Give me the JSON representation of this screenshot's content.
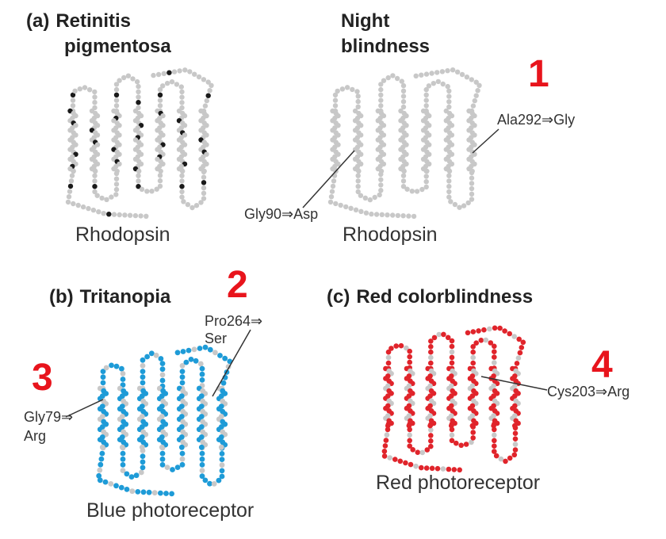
{
  "panels": {
    "a": {
      "letter": "(a)",
      "left": {
        "title_line1": "Retinitis",
        "title_line2": "pigmentosa",
        "caption": "Rhodopsin"
      },
      "right": {
        "title_line1": "Night",
        "title_line2": "blindness",
        "caption": "Rhodopsin",
        "mutations": [
          "Ala292⇒Gly",
          "Gly90⇒Asp"
        ]
      }
    },
    "b": {
      "letter": "(b)",
      "title": "Tritanopia",
      "caption": "Blue photoreceptor",
      "mutations": {
        "m1_line1": "Pro264⇒",
        "m1_line2": "Ser",
        "m2_line1": "Gly79⇒",
        "m2_line2": "Arg"
      }
    },
    "c": {
      "letter": "(c)",
      "title": "Red colorblindness",
      "caption": "Red photoreceptor",
      "mutations": [
        "Cys203⇒Arg"
      ]
    }
  },
  "markers": [
    "1",
    "2",
    "3",
    "4"
  ],
  "colors": {
    "residue_gray": "#c8c8c8",
    "mutated_dark": "#1a1a1a",
    "blue": "#1e9bd7",
    "red": "#e0242b",
    "marker_red": "#e8141c",
    "pointer": "#333333"
  }
}
